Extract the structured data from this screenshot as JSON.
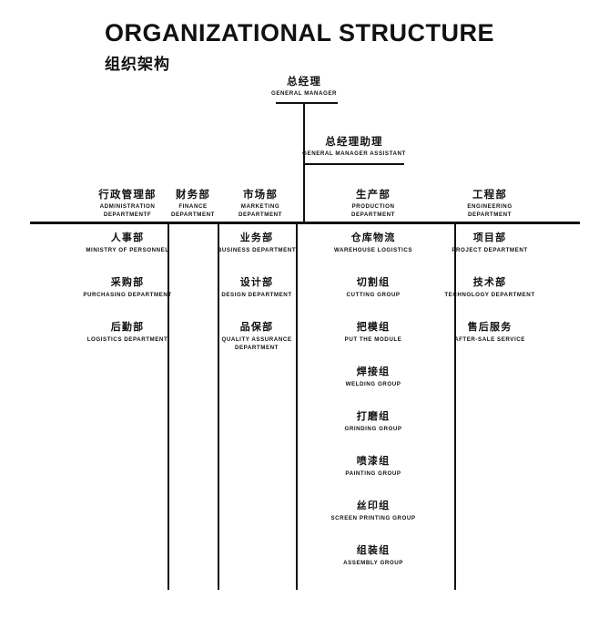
{
  "title": {
    "en": "ORGANIZATIONAL STRUCTURE",
    "cn": "组织架构"
  },
  "top": {
    "general_manager": {
      "cn": "总经理",
      "en": "GENERAL MANAGER"
    },
    "general_manager_assistant": {
      "cn": "总经理助理",
      "en": "GENERAL MANAGER ASSISTANT"
    }
  },
  "departments": [
    {
      "cn": "行政管理部",
      "en": "ADMINISTRATION DEPARTMENTF",
      "children": [
        {
          "cn": "人事部",
          "en": "MINISTRY OF PERSONNEL"
        },
        {
          "cn": "采购部",
          "en": "PURCHASING DEPARTMENT"
        },
        {
          "cn": "后勤部",
          "en": "LOGISTICS DEPARTMENT"
        }
      ]
    },
    {
      "cn": "财务部",
      "en": "FINANCE DEPARTMENT",
      "children": []
    },
    {
      "cn": "市场部",
      "en": "MARKETING DEPARTMENT",
      "children": [
        {
          "cn": "业务部",
          "en": "BUSINESS DEPARTMENT"
        },
        {
          "cn": "设计部",
          "en": "DESIGN DEPARTMENT"
        },
        {
          "cn": "品保部",
          "en": "QUALITY ASSURANCE DEPARTMENT"
        }
      ]
    },
    {
      "cn": "生产部",
      "en": "PRODUCTION DEPARTMENT",
      "children": [
        {
          "cn": "仓库物流",
          "en": "WAREHOUSE LOGISTICS"
        },
        {
          "cn": "切割组",
          "en": "CUTTING GROUP"
        },
        {
          "cn": "把模组",
          "en": "PUT THE MODULE"
        },
        {
          "cn": "焊接组",
          "en": "WELDING GROUP"
        },
        {
          "cn": "打磨组",
          "en": "GRINDING GROUP"
        },
        {
          "cn": "喷漆组",
          "en": "PAINTING GROUP"
        },
        {
          "cn": "丝印组",
          "en": "SCREEN PRINTING GROUP"
        },
        {
          "cn": "组装组",
          "en": "ASSEMBLY GROUP"
        }
      ]
    },
    {
      "cn": "工程部",
      "en": "ENGINEERING DEPARTMENT",
      "children": [
        {
          "cn": "项目部",
          "en": "PROJECT DEPARTMENT"
        },
        {
          "cn": "技术部",
          "en": "TECHNOLOGY DEPARTMENT"
        },
        {
          "cn": "售后服务",
          "en": "AFTER-SALE SERVICE"
        }
      ]
    }
  ],
  "colors": {
    "line": "#111111",
    "text": "#111111",
    "background": "#ffffff"
  }
}
